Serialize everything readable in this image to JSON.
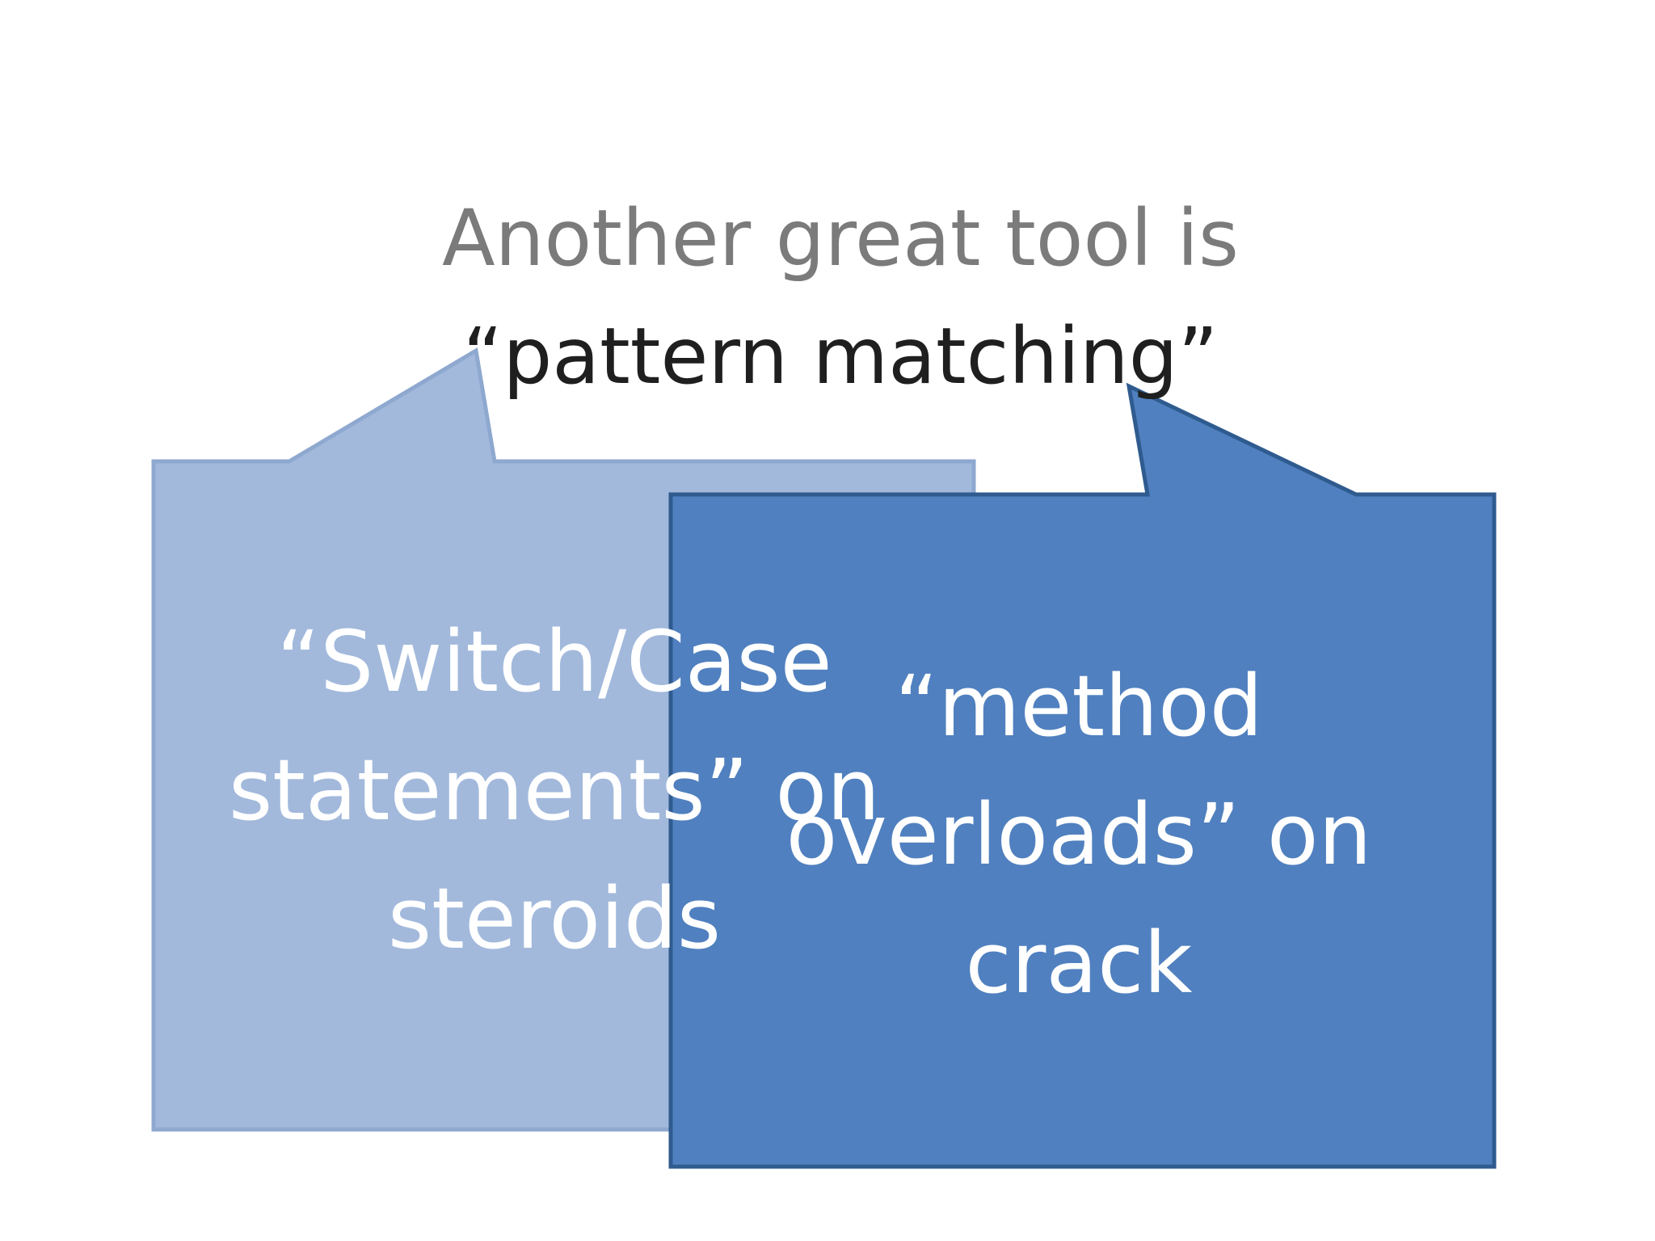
{
  "heading": {
    "line1": "Another great tool is",
    "line2": "“pattern matching”"
  },
  "callout_left": {
    "lines": [
      "“Switch/Case",
      "statements” on",
      "steroids"
    ]
  },
  "callout_right": {
    "lines": [
      "“method",
      "overloads” on",
      "crack"
    ]
  },
  "colors": {
    "left_fill": "#a2b9dc",
    "left_stroke": "#8ea8cf",
    "right_fill": "#5080bf",
    "right_stroke": "#2f5b8f",
    "heading_gray": "#7b7b7b",
    "heading_dark": "#1f1f1f"
  }
}
